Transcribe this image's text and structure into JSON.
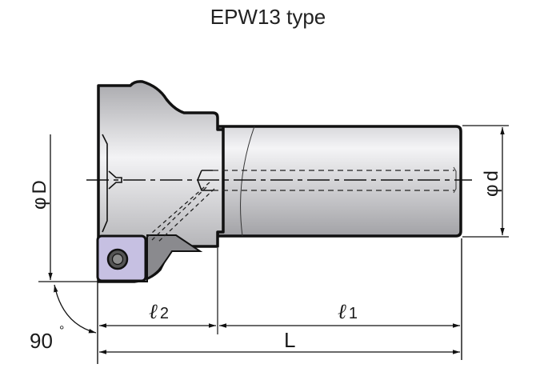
{
  "title": "EPW13 type",
  "dimensions": {
    "D": {
      "symbol": "φ",
      "letter": "D"
    },
    "d": {
      "symbol": "φ",
      "letter": "d"
    },
    "l1": {
      "symbol": "ℓ",
      "sub": "1"
    },
    "l2": {
      "symbol": "ℓ",
      "sub": "2"
    },
    "L": {
      "letter": "L"
    },
    "angle": {
      "value": "90",
      "unit": "°"
    }
  },
  "colors": {
    "body_light": "#f2f2f4",
    "body_dark": "#a8a8ac",
    "insert": "#c6c0e2",
    "outline": "#111111"
  }
}
